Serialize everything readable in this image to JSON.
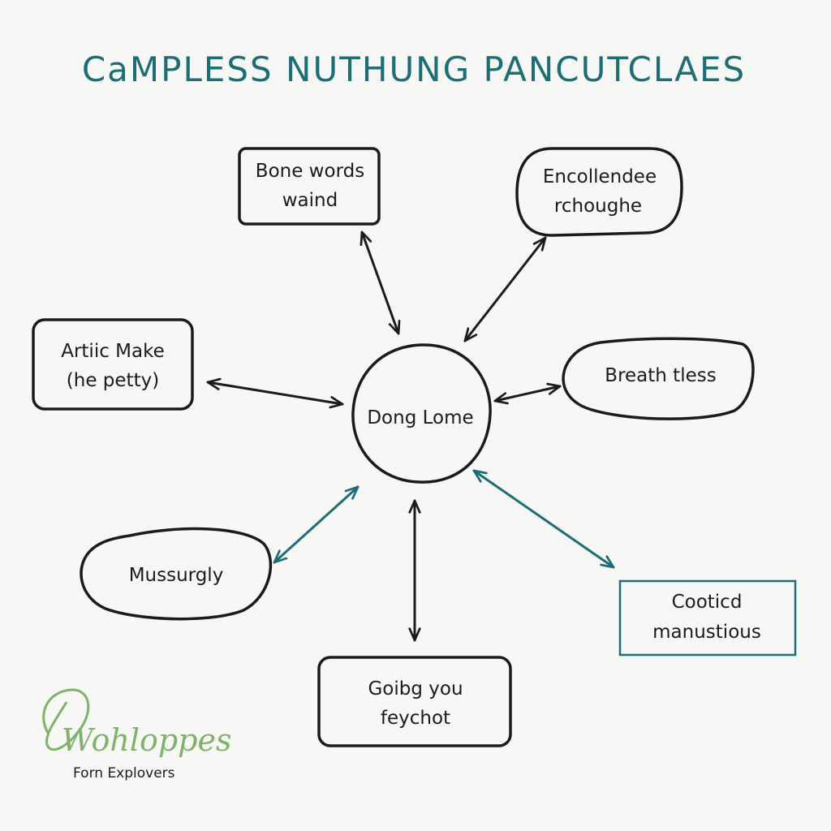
{
  "title": "CaMPLESS NUTHUNG PANCUTCLAES",
  "center": {
    "label": "Dong Lome"
  },
  "nodes": [
    {
      "id": "bone-words",
      "lines": [
        "Bone words",
        "waind"
      ]
    },
    {
      "id": "encollendee",
      "lines": [
        "Encollendee",
        "rchoughe"
      ]
    },
    {
      "id": "artiic-make",
      "lines": [
        "Artiic Make",
        "(he petty)"
      ]
    },
    {
      "id": "breath-tless",
      "lines": [
        "Breath tless"
      ]
    },
    {
      "id": "mussurgly",
      "lines": [
        "Mussurgly"
      ]
    },
    {
      "id": "goibg-you",
      "lines": [
        "Goibg you",
        "feychot"
      ]
    },
    {
      "id": "cooticd",
      "lines": [
        "Cooticd",
        "manustious"
      ]
    }
  ],
  "logo": {
    "name": "Wohloppes",
    "tagline": "Forn Explovers"
  },
  "colors": {
    "accent": "#1c6e75",
    "ink": "#1b1b1b",
    "logo": "#7db36b"
  }
}
